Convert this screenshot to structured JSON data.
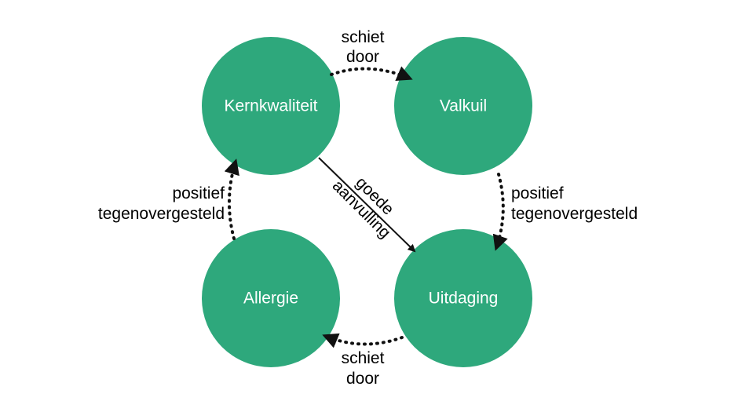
{
  "colors": {
    "node": "#2ea87c",
    "edge": "#111111"
  },
  "nodes": {
    "kernkwaliteit": "Kernkwaliteit",
    "valkuil": "Valkuil",
    "allergie": "Allergie",
    "uitdaging": "Uitdaging"
  },
  "edges": {
    "top": [
      "schiet",
      "door"
    ],
    "right": [
      "positief",
      "tegenovergesteld"
    ],
    "bottom": [
      "schiet",
      "door"
    ],
    "left": [
      "positief",
      "tegenovergesteld"
    ],
    "diagonal": [
      "goede",
      "aanvulling"
    ]
  }
}
